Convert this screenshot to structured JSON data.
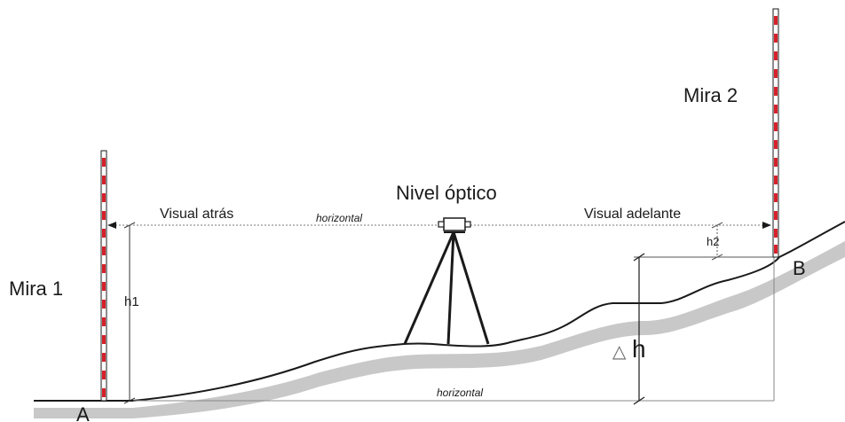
{
  "labels": {
    "mira1": "Mira 1",
    "mira2": "Mira 2",
    "nivel": "Nivel óptico",
    "visual_atras": "Visual atrás",
    "visual_adelante": "Visual adelante",
    "horizontal_top": "horizontal",
    "horizontal_bottom": "horizontal",
    "h1": "h1",
    "h2": "h2",
    "delta_symbol": "△",
    "delta_h": "h",
    "point_a": "A",
    "point_b": "B"
  },
  "colors": {
    "rod_red": "#d6202a",
    "ground_shadow": "#c8c8c8",
    "line": "#1a1a1a",
    "dotted": "#777777"
  }
}
